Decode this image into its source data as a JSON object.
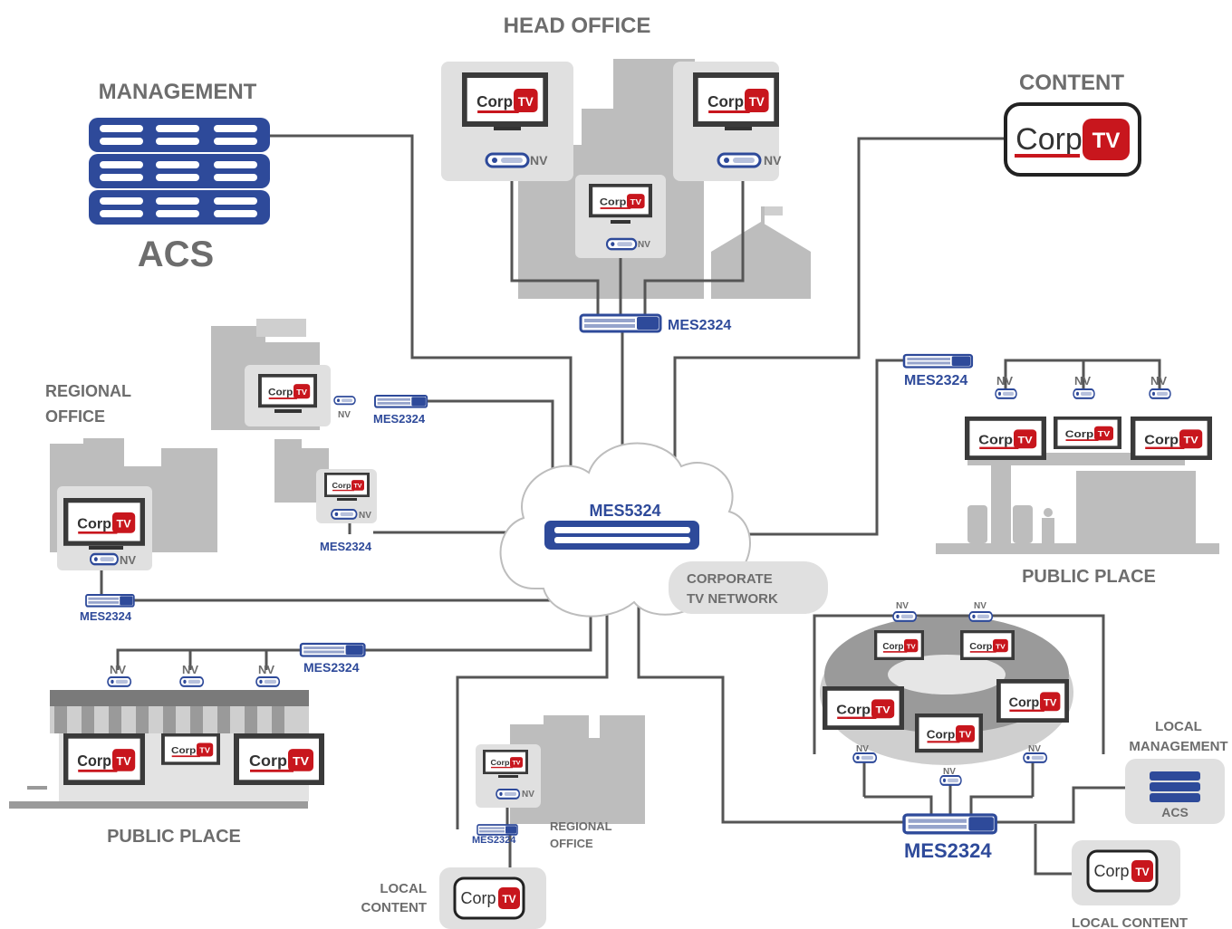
{
  "titles": {
    "head_office": "HEAD OFFICE",
    "management": "MANAGEMENT",
    "acs": "ACS",
    "content": "CONTENT",
    "regional_office_1": "REGIONAL",
    "regional_office_2": "OFFICE",
    "public_place_right": "PUBLIC PLACE",
    "public_place_left": "PUBLIC PLACE",
    "corporate_1": "CORPORATE",
    "corporate_2": "TV NETWORK",
    "regional_office_small_1": "REGIONAL",
    "regional_office_small_2": "OFFICE",
    "local_content_1": "LOCAL",
    "local_content_2": "CONTENT",
    "local_content_right": "LOCAL CONTENT",
    "local_management_1": "LOCAL",
    "local_management_2": "MANAGEMENT",
    "local_acs": "ACS"
  },
  "devices": {
    "core_switch": "MES5324",
    "access_switch": "MES2324",
    "player": "NV"
  },
  "logo": {
    "corp": "Corp",
    "tv": "TV"
  },
  "colors": {
    "switch_blue": "#2e4a9a",
    "line_gray": "#555555",
    "logo_red": "#c8161d",
    "label_gray": "#6d6d6d",
    "building_gray": "#bdbdbd"
  }
}
